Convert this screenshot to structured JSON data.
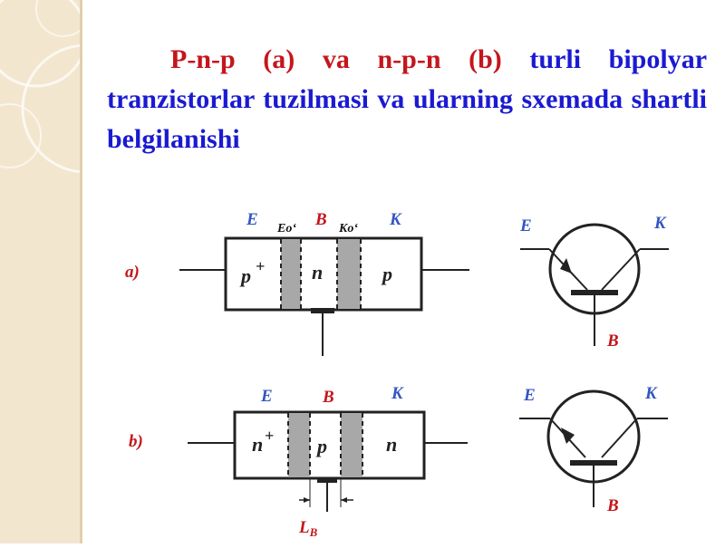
{
  "title": {
    "part1_red": "P-n-p (a) va n-p-n (b)",
    "part2_blue": "turli bipolyar tranzistorlar tuzilmasi va ularning sxemada shartli belgilanishi"
  },
  "diagram_a": {
    "row_label": "a)",
    "terminal_e": "E",
    "terminal_b": "B",
    "terminal_k": "K",
    "junction_emitter": "Eo‘",
    "junction_collector": "Ko‘",
    "region_left": "p",
    "region_left_sup": "+",
    "region_mid": "n",
    "region_right": "p",
    "symbol_e": "E",
    "symbol_k": "K",
    "symbol_b": "B"
  },
  "diagram_b": {
    "row_label": "b)",
    "terminal_e": "E",
    "terminal_b": "B",
    "terminal_k": "K",
    "region_left": "n",
    "region_left_sup": "+",
    "region_mid": "p",
    "region_right": "n",
    "width_label": "L",
    "width_label_sub": "B",
    "symbol_e": "E",
    "symbol_k": "K",
    "symbol_b": "B"
  },
  "colors": {
    "sidebar": "#f3e6cf",
    "title_red": "#c4161c",
    "title_blue": "#1a1ad2",
    "label_blue": "#3355c0",
    "label_red": "#c4161c",
    "junction_gray": "#a8a8a8"
  }
}
